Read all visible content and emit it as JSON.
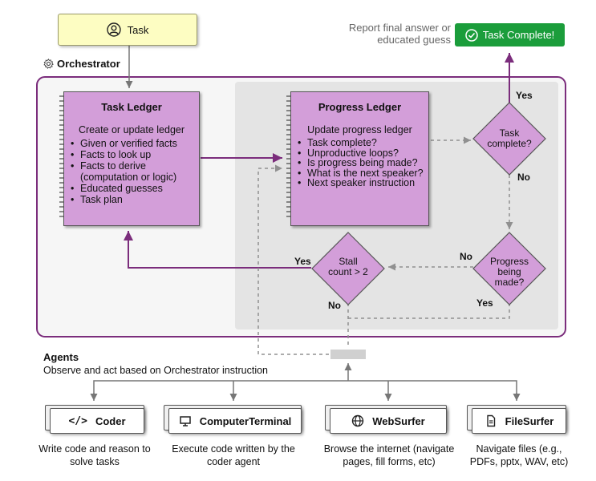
{
  "task": {
    "label": "Task"
  },
  "report": {
    "text": "Report final answer or educated guess"
  },
  "task_complete": {
    "label": "Task Complete!"
  },
  "orchestrator": {
    "label": "Orchestrator"
  },
  "task_ledger": {
    "title": "Task Ledger",
    "subtitle": "Create or update ledger",
    "items": [
      "Given or verified facts",
      "Facts to look up",
      "Facts to derive (computation or logic)",
      "Educated guesses",
      "Task plan"
    ]
  },
  "progress_ledger": {
    "title": "Progress Ledger",
    "subtitle": "Update progress ledger",
    "items": [
      "Task complete?",
      "Unproductive loops?",
      "Is progress being made?",
      "What is the next speaker?",
      "Next speaker instruction"
    ]
  },
  "decisions": {
    "task_complete": "Task complete?",
    "progress": "Progress being made?",
    "stall": "Stall count > 2"
  },
  "edge_labels": {
    "yes_complete": "Yes",
    "no_complete": "No",
    "no_progress": "No",
    "yes_progress": "Yes",
    "yes_stall": "Yes",
    "no_stall": "No"
  },
  "agents": {
    "title": "Agents",
    "subtitle": "Observe and act based on Orchestrator instruction",
    "list": [
      {
        "name": "Coder",
        "icon": "code-icon",
        "desc": "Write code and reason to solve tasks"
      },
      {
        "name": "ComputerTerminal",
        "icon": "monitor-icon",
        "desc": "Execute code written by the coder agent"
      },
      {
        "name": "WebSurfer",
        "icon": "globe-icon",
        "desc": "Browse the internet (navigate pages, fill forms, etc)"
      },
      {
        "name": "FileSurfer",
        "icon": "file-icon",
        "desc": "Navigate files (e.g., PDFs, pptx, WAV, etc)"
      }
    ]
  },
  "colors": {
    "purple": "#7b2d7c",
    "ledger": "#d39ed9",
    "task": "#fdfdc2",
    "complete": "#1b9d3b",
    "gray_dash": "#909090"
  }
}
